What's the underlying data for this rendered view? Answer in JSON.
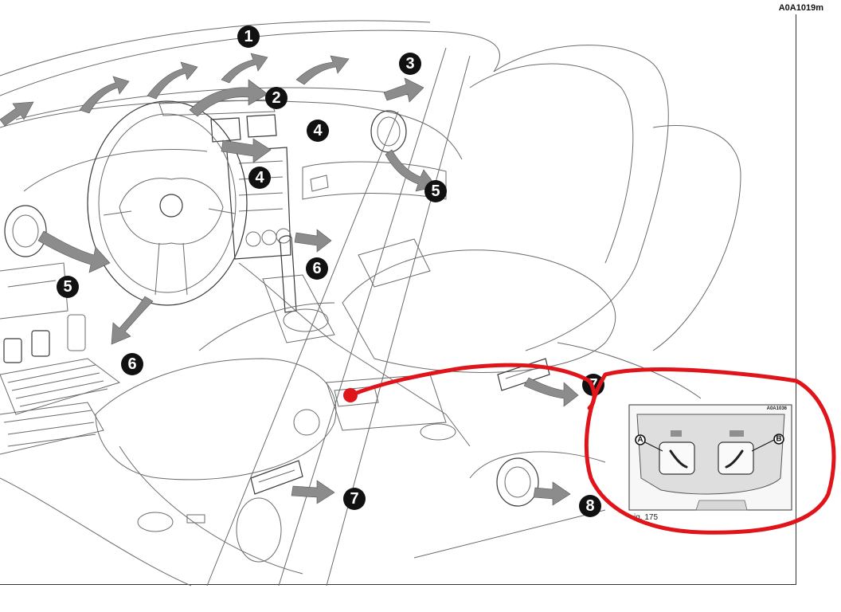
{
  "figure": {
    "reference_code": "A0A1019m",
    "callouts": [
      {
        "id": "callout-1",
        "label": "1"
      },
      {
        "id": "callout-2",
        "label": "2"
      },
      {
        "id": "callout-3",
        "label": "3"
      },
      {
        "id": "callout-4-upper",
        "label": "4"
      },
      {
        "id": "callout-4-lower",
        "label": "4"
      },
      {
        "id": "callout-5-right",
        "label": "5"
      },
      {
        "id": "callout-5-left",
        "label": "5"
      },
      {
        "id": "callout-6-center",
        "label": "6"
      },
      {
        "id": "callout-6-left",
        "label": "6"
      },
      {
        "id": "callout-7-right",
        "label": "7"
      },
      {
        "id": "callout-7-center",
        "label": "7"
      },
      {
        "id": "callout-8",
        "label": "8"
      }
    ]
  },
  "inset": {
    "reference_code": "A0A1036",
    "figure_caption": "ig. 175",
    "switch_a_label": "A",
    "switch_b_label": "B"
  },
  "colors": {
    "annotation": "#e0141b",
    "callout_fill": "#111111",
    "airflow_arrow": "#8c8c8c"
  }
}
